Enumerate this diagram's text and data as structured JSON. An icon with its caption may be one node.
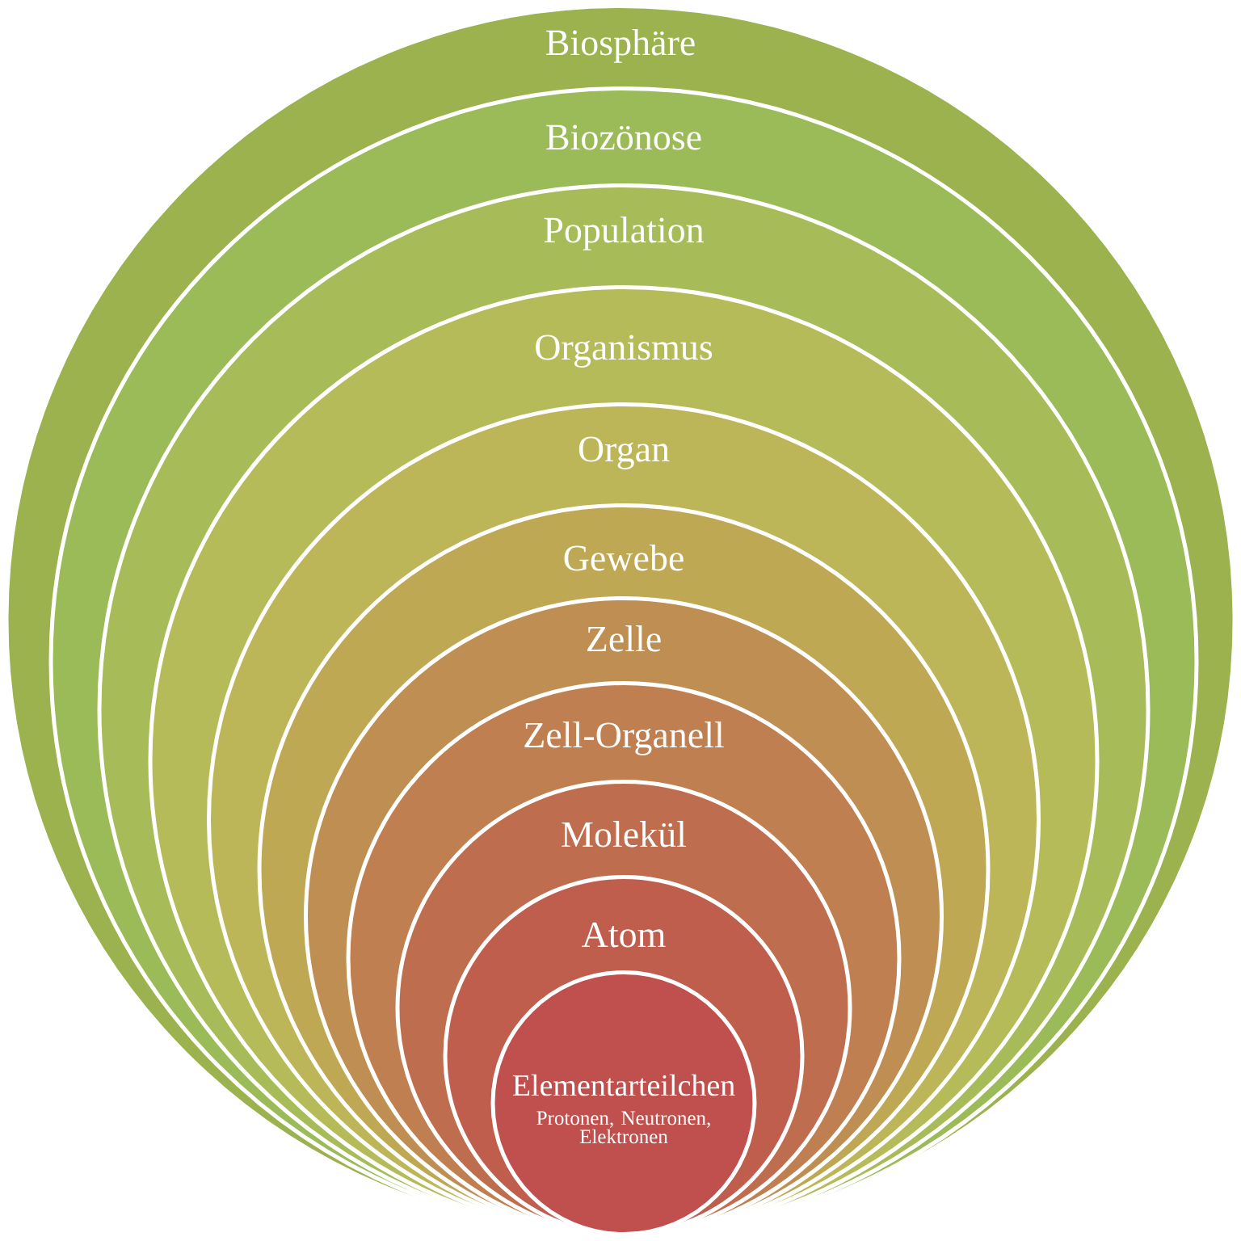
{
  "diagram": {
    "nodes": [
      {
        "text": [
          "Biosphäre"
        ]
      },
      {
        "text": [
          "Biozönose"
        ],
        "in": 0
      },
      {
        "text": [
          "Population"
        ],
        "in": 1
      },
      {
        "text": [
          "Organismus"
        ],
        "in": 2
      },
      {
        "text": [
          "Organ"
        ],
        "in": 3
      },
      {
        "text": [
          "Gewebe"
        ],
        "in": 4
      },
      {
        "text": [
          "Zelle"
        ],
        "in": 5
      },
      {
        "text": [
          "Zell-Organell"
        ],
        "in": 6
      },
      {
        "text": [
          "Molekül"
        ],
        "in": 7
      },
      {
        "text": [
          "Atom"
        ],
        "in": 8
      },
      {
        "text": [
          "Elementarteilchen",
          "Protonen, Neutronen, Elektronen"
        ],
        "in": 9
      }
    ]
  }
}
